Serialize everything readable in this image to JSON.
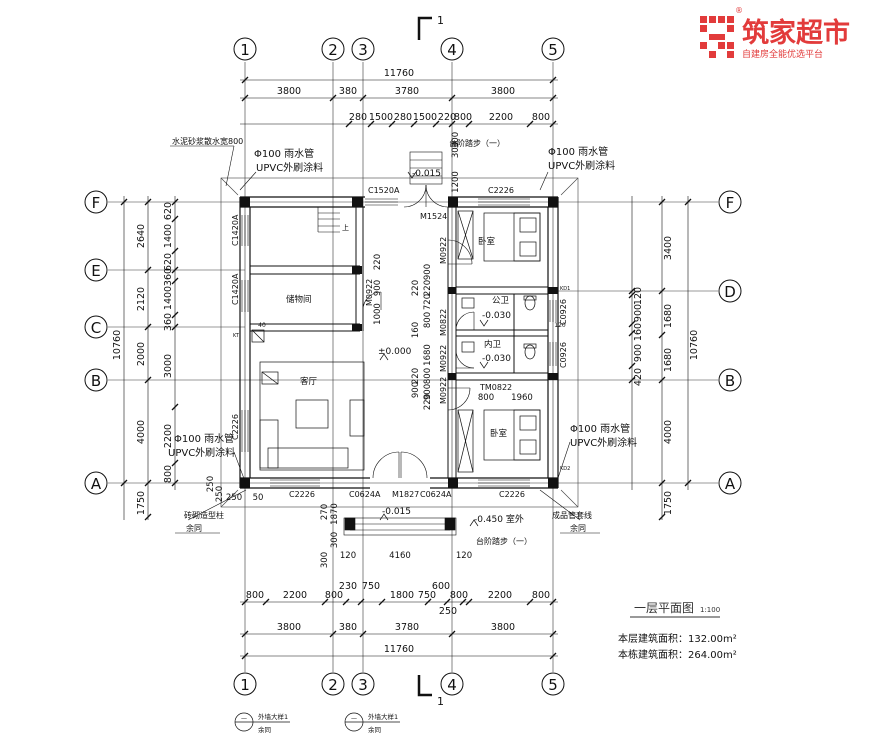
{
  "brand": {
    "name": "筑家超市",
    "tagline": "自建房全能优选平台",
    "registered_mark": "®",
    "color": "#e23b3b"
  },
  "axes": {
    "columns": [
      "1",
      "2",
      "3",
      "4",
      "5"
    ],
    "rows": [
      "F",
      "E",
      "C",
      "B",
      "A",
      "D"
    ]
  },
  "section_mark": "1",
  "dimensions": {
    "top_total": "11760",
    "top_segments": [
      "3800",
      "380",
      "3780",
      "3800"
    ],
    "top_detail": [
      "280",
      "1500",
      "280",
      "1500",
      "220",
      "800",
      "2200",
      "800"
    ],
    "bottom_detail": [
      "800",
      "2200",
      "800",
      "230",
      "750",
      "1800",
      "750",
      "600",
      "250",
      "800",
      "2200",
      "800"
    ],
    "bottom_segments": [
      "3800",
      "380",
      "3780",
      "3800"
    ],
    "bottom_total": "11760",
    "left_total": "10760",
    "left_segments": [
      "2640",
      "2120",
      "2000",
      "4000",
      "1750"
    ],
    "left_detail": [
      "620",
      "1400",
      "620",
      "360",
      "1400",
      "360",
      "3000",
      "2200",
      "800"
    ],
    "right_total": "10760",
    "right_segments": [
      "3400",
      "1680",
      "1680",
      "4000",
      "1750"
    ],
    "right_detail": [
      "120",
      "900",
      "160",
      "900",
      "420"
    ],
    "inner": [
      "1200",
      "300",
      "300",
      "220",
      "900",
      "900",
      "220",
      "720",
      "220",
      "800",
      "160",
      "1680",
      "900",
      "220",
      "800",
      "1000",
      "900",
      "220",
      "120",
      "4160",
      "120",
      "800",
      "1960",
      "300",
      "300",
      "270",
      "1870",
      "250",
      "250",
      "250",
      "50",
      "40",
      "120"
    ]
  },
  "rooms": {
    "bedroom_top": "卧室",
    "bedroom_bottom": "卧室",
    "storage": "储物间",
    "living": "客厅",
    "public_wc": "公卫",
    "private_wc": "内卫"
  },
  "tags": {
    "c1520a": "C1520A",
    "c2226_top": "C2226",
    "m1524": "M1524",
    "c1420a_1": "C1420A",
    "c1420a_2": "C1420A",
    "m0922_1": "M0922",
    "m0922_2": "M0922",
    "m0922_3": "M0922",
    "m0922_4": "M0922",
    "m0822": "M0822",
    "tm0822": "TM0822",
    "c0926_1": "C0926",
    "c0926_2": "C0926",
    "c2226_left": "C2226",
    "c2226_bl": "C2226",
    "c0624a_1": "C0624A",
    "m1827": "M1827",
    "c0624a_2": "C0624A",
    "c2226_br": "C2226",
    "kt": "KT",
    "kd1": "KD1",
    "kd2": "KD2"
  },
  "levels": {
    "top_step": "-0.015",
    "floor": "±0.000",
    "wc1": "-0.030",
    "wc2": "-0.030",
    "entrance": "-0.015",
    "outdoor": "-0.450 室外"
  },
  "callouts": {
    "mortar_sill": "水泥砂浆散水宽800",
    "step_top": "台阶踏步（一）",
    "step_bottom": "台阶踏步（一）",
    "pipe_tl_1": "Φ100 雨水管",
    "pipe_tl_2": "UPVC外刷涂料",
    "pipe_tr_1": "Φ100 雨水管",
    "pipe_tr_2": "UPVC外刷涂料",
    "pipe_ml_1": "Φ100 雨水管",
    "pipe_ml_2": "UPVC外刷涂料",
    "pipe_mr_1": "Φ100 雨水管",
    "pipe_mr_2": "UPVC外刷涂料",
    "column": "砖砌造型柱",
    "moisture": "成品管套线",
    "ref_left": "余同",
    "ref_right": "余同",
    "detail1_label": "外墙大样1",
    "detail1_ref": "余同",
    "detail2_label": "外墙大样1",
    "detail2_ref": "余同",
    "detail_sym": "—"
  },
  "title_block": {
    "plan_title": "一层平面图",
    "scale": "1:100",
    "floor_area": "本层建筑面积：132.00m²",
    "total_area": "本栋建筑面积：264.00m²"
  }
}
